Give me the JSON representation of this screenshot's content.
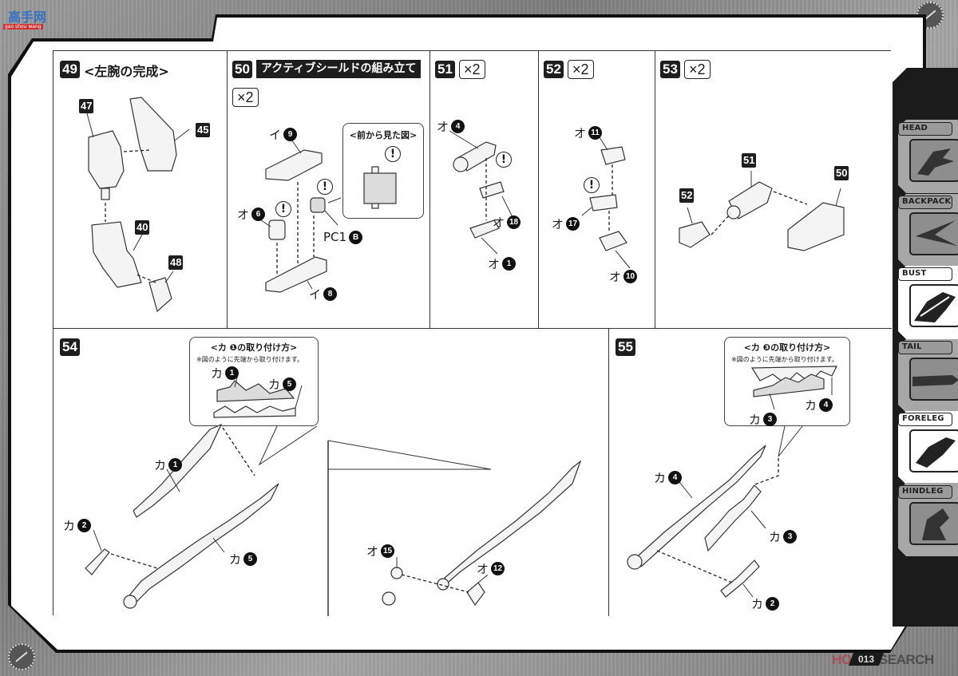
{
  "watermark_logo": {
    "text": "高手网",
    "sub": "gao shou wang"
  },
  "steps": [
    {
      "num": "49",
      "title": "<左腕の完成>",
      "parts": [
        "47",
        "45",
        "40",
        "48"
      ]
    },
    {
      "num": "50",
      "title": "アクティブシールドの組み立て",
      "qty": "×2",
      "labels": {
        "i9": "イ",
        "i9_n": "9",
        "o6": "オ",
        "o6_n": "6",
        "pc": "PC1",
        "pc_n": "B",
        "i8": "イ",
        "i8_n": "8"
      },
      "callout_title": "<前から見た図>"
    },
    {
      "num": "51",
      "qty": "×2",
      "labels": [
        {
          "r": "オ",
          "n": "4"
        },
        {
          "r": "オ",
          "n": "18"
        },
        {
          "r": "オ",
          "n": "1"
        }
      ]
    },
    {
      "num": "52",
      "qty": "×2",
      "labels": [
        {
          "r": "オ",
          "n": "11"
        },
        {
          "r": "オ",
          "n": "17"
        },
        {
          "r": "オ",
          "n": "10"
        }
      ]
    },
    {
      "num": "53",
      "qty": "×2",
      "parts": [
        "52",
        "51",
        "50"
      ]
    },
    {
      "num": "54",
      "callout_title": "<カ ❶の取り付け方>",
      "callout_note": "※図のように先端から取り付けます。",
      "callout_labels": [
        {
          "r": "カ",
          "n": "1"
        },
        {
          "r": "カ",
          "n": "5"
        }
      ],
      "labels": [
        {
          "r": "カ",
          "n": "1"
        },
        {
          "r": "カ",
          "n": "2"
        },
        {
          "r": "カ",
          "n": "5"
        },
        {
          "r": "オ",
          "n": "15"
        },
        {
          "r": "オ",
          "n": "12"
        }
      ]
    },
    {
      "num": "55",
      "callout_title": "<カ ❸の取り付け方>",
      "callout_note": "※図のように先端から取り付けます。",
      "callout_labels": [
        {
          "r": "カ",
          "n": "4"
        },
        {
          "r": "カ",
          "n": "3"
        }
      ],
      "labels": [
        {
          "r": "カ",
          "n": "4"
        },
        {
          "r": "カ",
          "n": "3"
        },
        {
          "r": "カ",
          "n": "2"
        }
      ]
    }
  ],
  "warning_mark": "!",
  "sidebar": {
    "items": [
      {
        "label": "HEAD",
        "active": false
      },
      {
        "label": "BACKPACK",
        "active": false
      },
      {
        "label": "BUST",
        "active": true
      },
      {
        "label": "TAIL",
        "active": false
      },
      {
        "label": "FORELEG",
        "active": true
      },
      {
        "label": "HINDLEG",
        "active": false
      }
    ]
  },
  "footer": {
    "page_number": "013",
    "watermark_a": "HOBBY",
    "watermark_b": "SEARCH"
  }
}
